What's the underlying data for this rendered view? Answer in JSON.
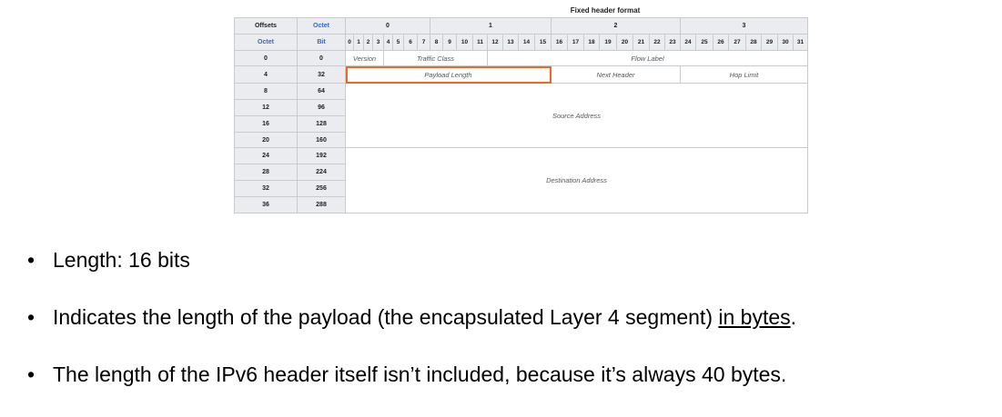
{
  "caption": "Fixed header format",
  "table": {
    "corner": {
      "offsets": "Offsets",
      "octet_row": "Octet",
      "octet_col": "Octet",
      "bit": "Bit"
    },
    "octet_numbers": [
      "0",
      "1",
      "2",
      "3"
    ],
    "bit_numbers": [
      "0",
      "1",
      "2",
      "3",
      "4",
      "5",
      "6",
      "7",
      "8",
      "9",
      "10",
      "11",
      "12",
      "13",
      "14",
      "15",
      "16",
      "17",
      "18",
      "19",
      "20",
      "21",
      "22",
      "23",
      "24",
      "25",
      "26",
      "27",
      "28",
      "29",
      "30",
      "31"
    ],
    "row_labels": [
      {
        "octet": "0",
        "bit": "0"
      },
      {
        "octet": "4",
        "bit": "32"
      },
      {
        "octet": "8",
        "bit": "64"
      },
      {
        "octet": "12",
        "bit": "96"
      },
      {
        "octet": "16",
        "bit": "128"
      },
      {
        "octet": "20",
        "bit": "160"
      },
      {
        "octet": "24",
        "bit": "192"
      },
      {
        "octet": "28",
        "bit": "224"
      },
      {
        "octet": "32",
        "bit": "256"
      },
      {
        "octet": "36",
        "bit": "288"
      }
    ],
    "fields": {
      "version": "Version",
      "traffic_class": "Traffic Class",
      "flow_label": "Flow Label",
      "payload_length": "Payload Length",
      "next_header": "Next Header",
      "hop_limit": "Hop Limit",
      "source_address": "Source Address",
      "destination_address": "Destination Address"
    },
    "highlight_color": "#f26522"
  },
  "bullets": {
    "b1": "Length: 16 bits",
    "b2_before": "Indicates the length of the payload (the encapsulated Layer 4 segment) ",
    "b2_underlined": "in bytes",
    "b2_after": ".",
    "b3": "The length of the IPv6 header itself isn’t included, because it’s always 40 bytes."
  }
}
